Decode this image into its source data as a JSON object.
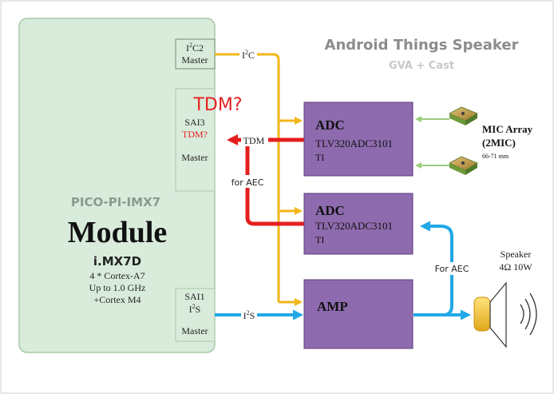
{
  "title": "Android Things Speaker",
  "subtitle": "GVA + Cast",
  "module": {
    "board": "PICO-PI-IMX7",
    "name": "Module",
    "chip": "i.MX7D",
    "spec1": "4 * Cortex-A7",
    "spec2": "Up to 1.0 GHz",
    "spec3": "+Cortex M4"
  },
  "ports": {
    "i2c2": {
      "line1_base": "I",
      "line1_sup": "2",
      "line1_rest": "C2",
      "line2": "Master"
    },
    "sai3": {
      "line1": "SAI3",
      "line2": "TDM?",
      "line3": "Master",
      "overlay": "TDM?"
    },
    "sai1": {
      "line1": "SAI1",
      "line2_base": "I",
      "line2_sup": "2",
      "line2_rest": "S",
      "line3": "Master"
    }
  },
  "labels": {
    "i2c_base": "I",
    "i2c_sup": "2",
    "i2c_rest": "C",
    "tdm": "TDM",
    "for_aec_left": "for AEC",
    "for_aec_right": "For AEC",
    "i2s_base": "I",
    "i2s_sup": "2",
    "i2s_rest": "S"
  },
  "adc1": {
    "title": "ADC",
    "part": "TLV320ADC3101",
    "vendor": "TI"
  },
  "adc2": {
    "title": "ADC",
    "part": "TLV320ADC3101",
    "vendor": "TI"
  },
  "amp": {
    "title": "AMP"
  },
  "mic": {
    "line1": "MIC Array",
    "line2": "(2MIC)",
    "line3": "66-71 mm"
  },
  "speaker": {
    "line1": "Speaker",
    "line2": "4Ω 10W"
  },
  "colors": {
    "module_fill": "#d9ecdc",
    "module_border": "#a8c8a8",
    "block_fill": "#8e6aae",
    "block_border": "#5e3f7c",
    "i2c_line": "#f2b61a",
    "tdm_line": "#e51f1f",
    "i2s_line": "#21a8e6",
    "mic_line": "#9ccb7d",
    "alert_text": "#e51f1f"
  }
}
